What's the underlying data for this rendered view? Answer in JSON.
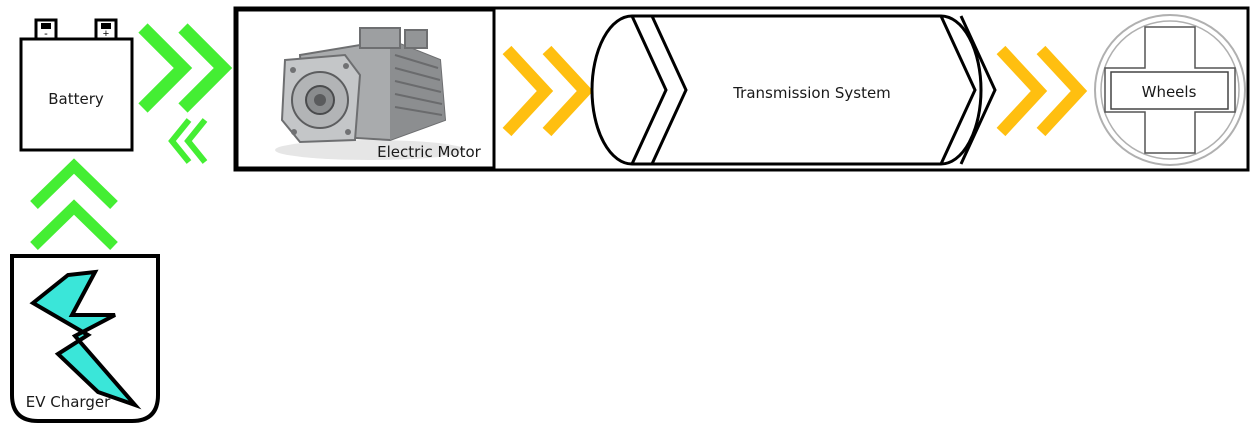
{
  "nodes": {
    "battery": {
      "label": "Battery",
      "neg_terminal": "-",
      "pos_terminal": "+"
    },
    "charger": {
      "label": "EV Charger"
    },
    "motor": {
      "label": "Electric Motor"
    },
    "transmission": {
      "label": "Transmission System"
    },
    "wheels": {
      "label": "Wheels"
    }
  },
  "colors": {
    "electric_flow": "#44ee33",
    "mechanical_flow": "#ffbf10",
    "bolt_fill": "#3ae6d9",
    "outline": "#000000"
  },
  "icons": {
    "motor": "electric-motor-icon",
    "bolt": "lightning-bolt-icon",
    "wheel": "wheel-icon"
  }
}
